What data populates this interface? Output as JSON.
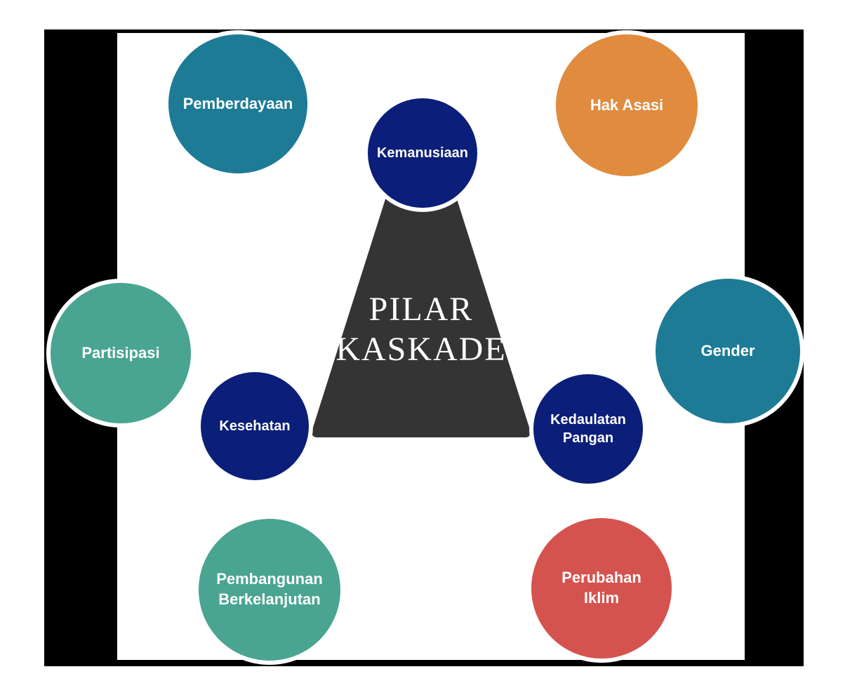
{
  "diagram": {
    "background_color": "#FFFFFF",
    "frame": {
      "color": "#000000"
    },
    "triangle": {
      "color": "#343434",
      "title_line1": "PILAR",
      "title_line2": "KASKADE",
      "title_color": "#FFFFFF"
    },
    "circles": [
      {
        "id": "kemanusiaan",
        "label": "Kemanusiaan",
        "color": "#0B1E79"
      },
      {
        "id": "kesehatan",
        "label": "Kesehatan",
        "color": "#0B1E79"
      },
      {
        "id": "kedaulatan-pangan",
        "label": "Kedaulatan\nPangan",
        "color": "#0B1E79"
      },
      {
        "id": "pemberdayaan",
        "label": "Pemberdayaan",
        "color": "#1E7B96"
      },
      {
        "id": "hak-asasi",
        "label": "Hak Asasi",
        "color": "#E08B3E"
      },
      {
        "id": "partisipasi",
        "label": "Partisipasi",
        "color": "#4AA492"
      },
      {
        "id": "gender",
        "label": "Gender",
        "color": "#1E7B96"
      },
      {
        "id": "pembangunan-berkelanjutan",
        "label": "Pembangunan\nBerkelanjutan",
        "color": "#4AA492"
      },
      {
        "id": "perubahan-iklim",
        "label": "Perubahan\nIklim",
        "color": "#D5534F"
      }
    ]
  }
}
